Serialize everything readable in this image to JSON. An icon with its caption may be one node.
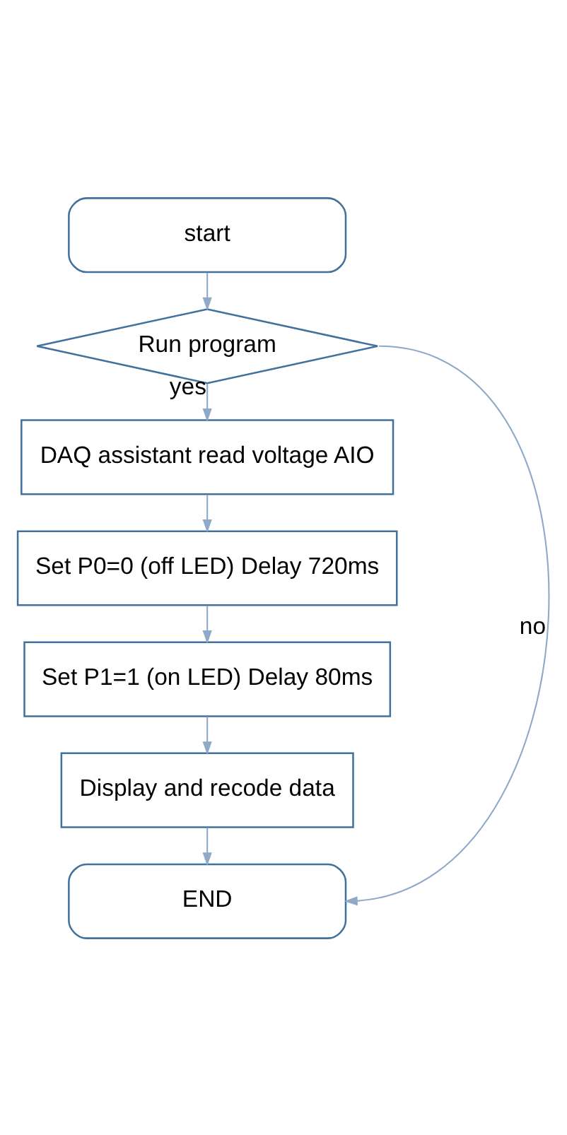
{
  "diagram": {
    "nodes": [
      {
        "text": [
          "start"
        ]
      },
      {
        "text": [
          "Run program"
        ]
      },
      {
        "text": [
          "DAQ assistant read voltage AIO"
        ]
      },
      {
        "text": [
          "Set P0=0 (off LED) Delay 720ms"
        ]
      },
      {
        "text": [
          "Set P1=1 (on LED) Delay 80ms"
        ]
      },
      {
        "text": [
          "Display and recode data"
        ]
      },
      {
        "text": [
          "END"
        ]
      }
    ],
    "edges": [
      {
        "from": 0,
        "to": 1,
        "arrow": "to"
      },
      {
        "from": 1,
        "to": 2,
        "arrow": "to",
        "label": "yes"
      },
      {
        "from": 2,
        "to": 3,
        "arrow": "to"
      },
      {
        "from": 3,
        "to": 4,
        "arrow": "to"
      },
      {
        "from": 4,
        "to": 5,
        "arrow": "to"
      },
      {
        "from": 5,
        "to": 6,
        "arrow": "to"
      },
      {
        "from": 1,
        "to": 6,
        "arrow": "to",
        "label": "no"
      }
    ]
  }
}
